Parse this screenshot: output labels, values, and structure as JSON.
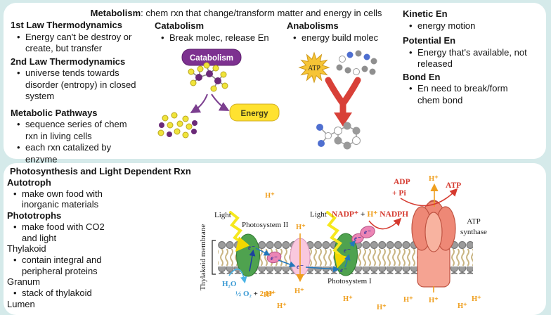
{
  "metabolism": {
    "title_term": "Metabolism",
    "title_rest": ": chem rxn that change/transform matter and energy in cells",
    "left_sections": [
      {
        "heading": "1st Law Thermodynamics",
        "bullets": [
          "Energy can't be destroy or create, but transfer"
        ]
      },
      {
        "heading": "2nd Law Thermodynamics",
        "bullets": [
          "universe tends towards disorder (entropy) in closed system"
        ]
      },
      {
        "heading": "Metabolic Pathways",
        "bullets": [
          "sequence series of chem rxn in living cells",
          "each rxn catalized by enzyme"
        ]
      }
    ],
    "catabolism": {
      "heading": "Catabolism",
      "bullet": "Break molec, release En",
      "badge": "Catabolism",
      "energy_badge": "Energy"
    },
    "anabolism": {
      "heading": "Anabolisms",
      "bullet": "energy build molec",
      "atp_label": "ATP"
    },
    "right_sections": [
      {
        "heading": "Kinetic En",
        "bullets": [
          "energy motion"
        ]
      },
      {
        "heading": "Potential En",
        "bullets": [
          "Energy that's available, not released"
        ]
      },
      {
        "heading": "Bond En",
        "bullets": [
          "En need to break/form chem bond"
        ]
      }
    ],
    "colors": {
      "catabolism_badge": "#7d3190",
      "energy_badge": "#ffe230",
      "anabolism_arrow": "#d84038",
      "atp_star": "#f6c435"
    }
  },
  "photosynthesis": {
    "title": "Photosynthesis and Light Dependent Rxn",
    "terms": [
      {
        "heading": "Autotroph",
        "bullets": [
          "make own food with inorganic materials"
        ]
      },
      {
        "heading": "Phototrophs",
        "bullets": [
          "make food with CO2 and light"
        ]
      },
      {
        "heading": "Thylakoid",
        "bullets": [
          "contain integral and peripheral proteins"
        ]
      },
      {
        "heading": "Granum",
        "bullets": [
          "stack of thylakoid"
        ]
      },
      {
        "heading": "Lumen",
        "bullets": []
      }
    ],
    "diagram": {
      "light": "Light",
      "photosystem2": "Photosystem II",
      "photosystem1": "Photosystem I",
      "membrane_label": "Thylakoid membrane",
      "hplus": "H⁺",
      "electron": "e⁻",
      "h2o": "H₂O",
      "half_o2": "½ O₂",
      "plus": " + ",
      "two_hplus": "2 H⁺",
      "nadp": "NADP⁺",
      "nadph": "  NADPH",
      "adp": "ADP",
      "pi": "+ Pi",
      "atp": "ATP",
      "synthase_line1": "ATP",
      "synthase_line2": "synthase",
      "colors": {
        "proton": "#ef9f1f",
        "red_label": "#d53a2f",
        "photosystem_green": "#4fa24f",
        "carrier_pink": "#ec85b5",
        "synthase_salmon": "#f5a392"
      }
    }
  }
}
